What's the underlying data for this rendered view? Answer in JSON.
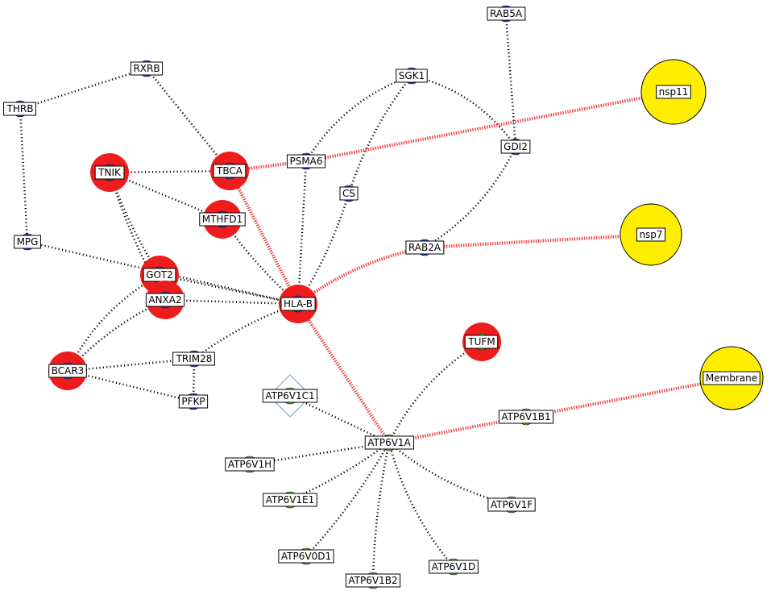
{
  "colors": {
    "human": "#2a4fd6",
    "vacuolar": "#66cc33",
    "highlight_ring": "#ee1c1c",
    "viral": "#ffee00",
    "viral_edge": "#ef4a4a",
    "ppi_edge": "#000000"
  },
  "nodes": [
    {
      "id": "RAB5A",
      "label": "RAB5A",
      "kind": "human",
      "ring": false
    },
    {
      "id": "RXRB",
      "label": "RXRB",
      "kind": "human",
      "ring": false
    },
    {
      "id": "SGK1",
      "label": "SGK1",
      "kind": "human",
      "ring": false
    },
    {
      "id": "THRB",
      "label": "THRB",
      "kind": "human",
      "ring": false
    },
    {
      "id": "GDI2",
      "label": "GDI2",
      "kind": "human",
      "ring": false
    },
    {
      "id": "TNIK",
      "label": "TNIK",
      "kind": "human",
      "ring": true
    },
    {
      "id": "TBCA",
      "label": "TBCA",
      "kind": "human",
      "ring": true
    },
    {
      "id": "PSMA6",
      "label": "PSMA6",
      "kind": "human",
      "ring": false
    },
    {
      "id": "CS",
      "label": "CS",
      "kind": "human",
      "ring": false
    },
    {
      "id": "MTHFD1",
      "label": "MTHFD1",
      "kind": "human",
      "ring": true
    },
    {
      "id": "MPG",
      "label": "MPG",
      "kind": "human",
      "ring": false
    },
    {
      "id": "RAB2A",
      "label": "RAB2A",
      "kind": "human",
      "ring": false
    },
    {
      "id": "GOT2",
      "label": "GOT2",
      "kind": "human",
      "ring": true
    },
    {
      "id": "ANXA2",
      "label": "ANXA2",
      "kind": "human",
      "ring": true
    },
    {
      "id": "HLA-B",
      "label": "HLA-B",
      "kind": "human",
      "ring": true
    },
    {
      "id": "TUFM",
      "label": "TUFM",
      "kind": "vacuolar",
      "ring": true
    },
    {
      "id": "TRIM28",
      "label": "TRIM28",
      "kind": "human",
      "ring": false
    },
    {
      "id": "BCAR3",
      "label": "BCAR3",
      "kind": "human",
      "ring": true
    },
    {
      "id": "PFKP",
      "label": "PFKP",
      "kind": "human",
      "ring": false
    },
    {
      "id": "ATP6V1C1",
      "label": "ATP6V1C1",
      "kind": "vacuolar",
      "ring": false,
      "selected": true
    },
    {
      "id": "ATP6V1B1",
      "label": "ATP6V1B1",
      "kind": "vacuolar",
      "ring": false
    },
    {
      "id": "ATP6V1A",
      "label": "ATP6V1A",
      "kind": "vacuolar",
      "ring": false
    },
    {
      "id": "ATP6V1H",
      "label": "ATP6V1H",
      "kind": "vacuolar",
      "ring": false
    },
    {
      "id": "ATP6V1E1",
      "label": "ATP6V1E1",
      "kind": "vacuolar",
      "ring": false
    },
    {
      "id": "ATP6V1F",
      "label": "ATP6V1F",
      "kind": "vacuolar",
      "ring": false
    },
    {
      "id": "ATP6V0D1",
      "label": "ATP6V0D1",
      "kind": "vacuolar",
      "ring": false
    },
    {
      "id": "ATP6V1B2",
      "label": "ATP6V1B2",
      "kind": "vacuolar",
      "ring": false
    },
    {
      "id": "ATP6V1D",
      "label": "ATP6V1D",
      "kind": "vacuolar",
      "ring": false
    },
    {
      "id": "nsp11",
      "label": "nsp11",
      "kind": "viral",
      "ring": false
    },
    {
      "id": "nsp7",
      "label": "nsp7",
      "kind": "viral",
      "ring": false
    },
    {
      "id": "Membrane",
      "label": "Membrane",
      "kind": "viral",
      "ring": false
    }
  ],
  "edges": [
    {
      "a": "RAB5A",
      "b": "GDI2",
      "kind": "ppi"
    },
    {
      "a": "RXRB",
      "b": "THRB",
      "kind": "ppi"
    },
    {
      "a": "RXRB",
      "b": "TBCA",
      "kind": "ppi"
    },
    {
      "a": "SGK1",
      "b": "PSMA6",
      "kind": "ppi"
    },
    {
      "a": "SGK1",
      "b": "GDI2",
      "kind": "ppi"
    },
    {
      "a": "SGK1",
      "b": "CS",
      "kind": "ppi"
    },
    {
      "a": "THRB",
      "b": "MPG",
      "kind": "ppi"
    },
    {
      "a": "GDI2",
      "b": "RAB2A",
      "kind": "ppi"
    },
    {
      "a": "TNIK",
      "b": "TBCA",
      "kind": "ppi"
    },
    {
      "a": "TNIK",
      "b": "MTHFD1",
      "kind": "ppi"
    },
    {
      "a": "TNIK",
      "b": "GOT2",
      "kind": "ppi"
    },
    {
      "a": "TNIK",
      "b": "ANXA2",
      "kind": "ppi"
    },
    {
      "a": "TBCA",
      "b": "PSMA6",
      "kind": "viral"
    },
    {
      "a": "PSMA6",
      "b": "nsp11",
      "kind": "viral"
    },
    {
      "a": "TBCA",
      "b": "HLA-B",
      "kind": "viral"
    },
    {
      "a": "PSMA6",
      "b": "HLA-B",
      "kind": "ppi"
    },
    {
      "a": "CS",
      "b": "HLA-B",
      "kind": "ppi"
    },
    {
      "a": "MTHFD1",
      "b": "HLA-B",
      "kind": "ppi"
    },
    {
      "a": "MPG",
      "b": "HLA-B",
      "kind": "ppi"
    },
    {
      "a": "GOT2",
      "b": "HLA-B",
      "kind": "ppi"
    },
    {
      "a": "ANXA2",
      "b": "HLA-B",
      "kind": "ppi"
    },
    {
      "a": "RAB2A",
      "b": "HLA-B",
      "kind": "viral"
    },
    {
      "a": "RAB2A",
      "b": "nsp7",
      "kind": "viral"
    },
    {
      "a": "BCAR3",
      "b": "GOT2",
      "kind": "ppi"
    },
    {
      "a": "BCAR3",
      "b": "ANXA2",
      "kind": "ppi"
    },
    {
      "a": "BCAR3",
      "b": "TRIM28",
      "kind": "ppi"
    },
    {
      "a": "BCAR3",
      "b": "PFKP",
      "kind": "ppi"
    },
    {
      "a": "TRIM28",
      "b": "HLA-B",
      "kind": "ppi"
    },
    {
      "a": "TRIM28",
      "b": "PFKP",
      "kind": "ppi"
    },
    {
      "a": "HLA-B",
      "b": "ATP6V1A",
      "kind": "viral"
    },
    {
      "a": "TUFM",
      "b": "ATP6V1A",
      "kind": "ppi"
    },
    {
      "a": "ATP6V1C1",
      "b": "ATP6V1A",
      "kind": "ppi"
    },
    {
      "a": "ATP6V1A",
      "b": "ATP6V1B1",
      "kind": "viral"
    },
    {
      "a": "ATP6V1B1",
      "b": "Membrane",
      "kind": "viral"
    },
    {
      "a": "ATP6V1H",
      "b": "ATP6V1A",
      "kind": "ppi"
    },
    {
      "a": "ATP6V1E1",
      "b": "ATP6V1A",
      "kind": "ppi"
    },
    {
      "a": "ATP6V1F",
      "b": "ATP6V1A",
      "kind": "ppi"
    },
    {
      "a": "ATP6V0D1",
      "b": "ATP6V1A",
      "kind": "ppi"
    },
    {
      "a": "ATP6V1B2",
      "b": "ATP6V1A",
      "kind": "ppi"
    },
    {
      "a": "ATP6V1D",
      "b": "ATP6V1A",
      "kind": "ppi"
    }
  ]
}
